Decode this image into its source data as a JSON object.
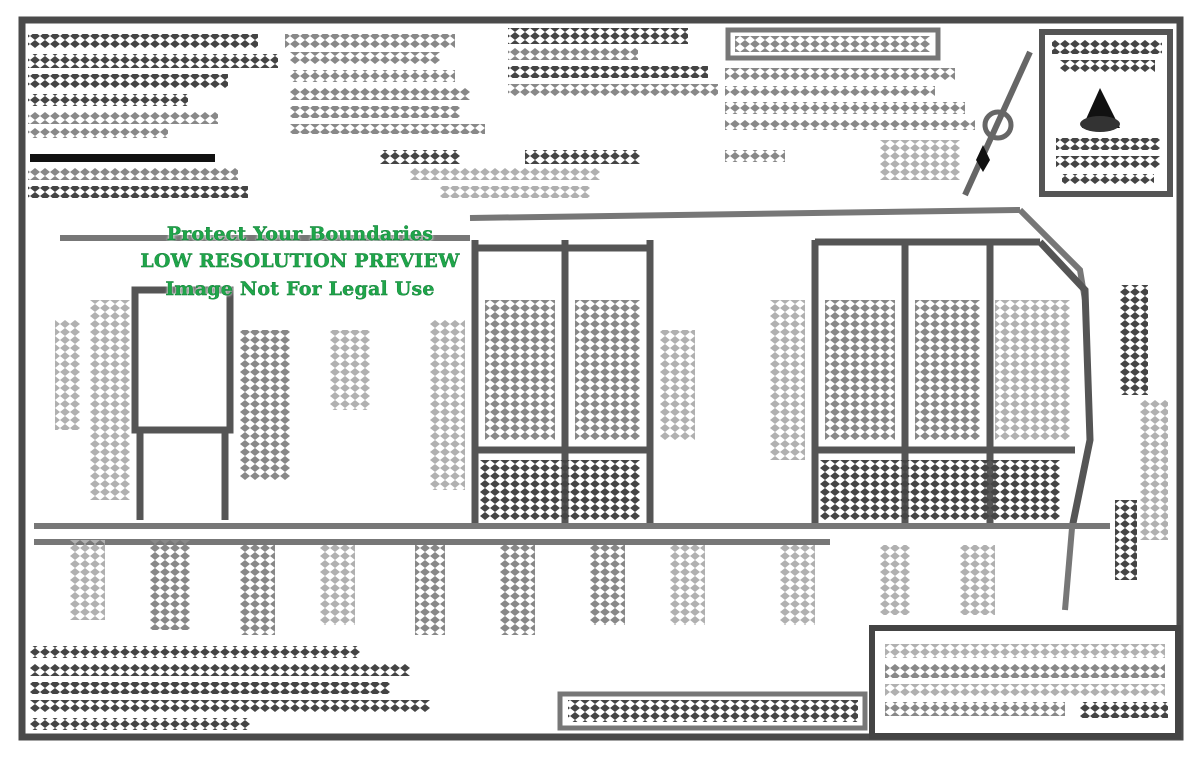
{
  "watermark": {
    "line1": "Protect Your Boundaries",
    "line2": "LOW RESOLUTION PREVIEW",
    "line3": "Image Not For Legal Use",
    "color": "#1fa64a"
  },
  "colors": {
    "ink": "#3a3a3a",
    "light_ink": "#8a8a8a",
    "paper": "#ffffff"
  }
}
